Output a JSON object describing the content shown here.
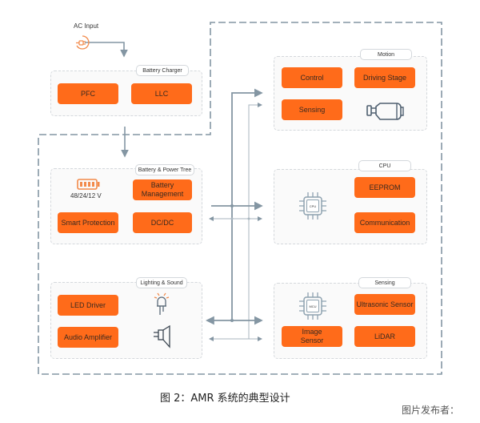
{
  "colors": {
    "accent": "#ff6b1a",
    "line": "#8496a3",
    "icon_stroke": "#5b6b7a",
    "panel_border": "#d4d8dc",
    "panel_bg": "#fafafa"
  },
  "ac_input": {
    "label": "AC Input",
    "icon": "plug-icon"
  },
  "battery_charger": {
    "tag": "Battery Charger",
    "blocks": [
      "PFC",
      "LLC"
    ]
  },
  "battery_power_tree": {
    "tag": "Battery & Power Tree",
    "battery_label": "48/24/12 V",
    "battery_icon": "battery-icon",
    "blocks": [
      "Battery\nManagement",
      "Smart Protection",
      "DC/DC"
    ]
  },
  "lighting_sound": {
    "tag": "Lighting & Sound",
    "blocks": [
      "LED Driver",
      "Audio Amplifier"
    ],
    "icons": [
      "led-icon",
      "speaker-icon"
    ]
  },
  "motion": {
    "tag": "Motion",
    "blocks": [
      "Control",
      "Driving Stage",
      "Sensing"
    ],
    "icon": "motor-icon"
  },
  "cpu": {
    "tag": "CPU",
    "chip_label": "CPU",
    "blocks": [
      "EEPROM",
      "Communication"
    ]
  },
  "sensing": {
    "tag": "Sensing",
    "chip_label": "MCU",
    "blocks": [
      "Ultrasonic Sensor",
      "Image\nSensor",
      "LiDAR"
    ]
  },
  "caption": "图 2：AMR 系统的典型设计",
  "publisher": "图片发布者："
}
